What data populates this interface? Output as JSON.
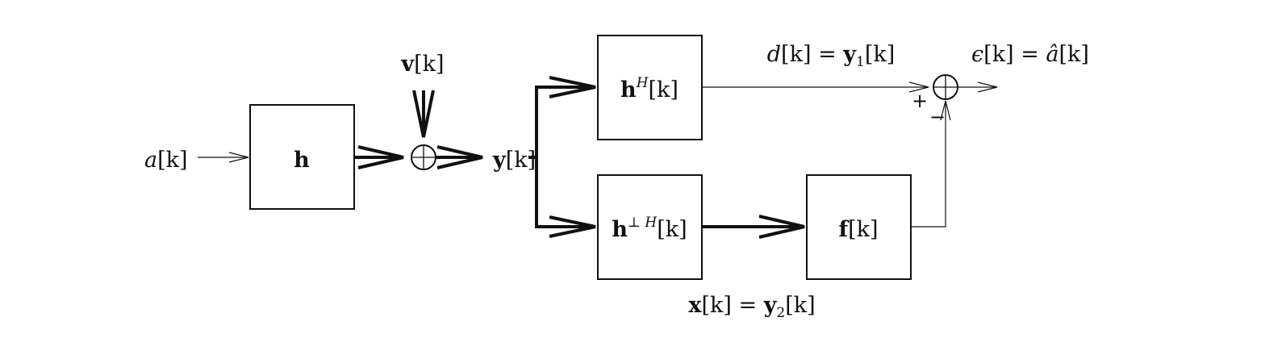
{
  "diagram": {
    "nodes": {
      "input_a": {
        "var": "a",
        "idx": "[k]"
      },
      "block_h": {
        "var": "h"
      },
      "noise_v": {
        "var": "v",
        "idx": "[k]"
      },
      "signal_y": {
        "var": "y",
        "idx": "[k]"
      },
      "block_hH": {
        "var": "h",
        "sup": "H",
        "idx": "[k]"
      },
      "block_hperp": {
        "var": "h",
        "sup": "⊥ H",
        "idx": "[k]"
      },
      "block_f": {
        "var": "f",
        "idx": "[k]"
      },
      "label_d": {
        "lhs_var": "d",
        "lhs_idx": "[k]",
        "eq": " = ",
        "rhs_var": "y",
        "rhs_sub": "1",
        "rhs_idx": "[k]"
      },
      "label_x": {
        "lhs_var": "x",
        "lhs_idx": "[k]",
        "eq": " = ",
        "rhs_var": "y",
        "rhs_sub": "2",
        "rhs_idx": "[k]"
      },
      "label_eps": {
        "lhs_var": "ϵ",
        "lhs_idx": "[k]",
        "eq": " = ",
        "rhs_var": "â",
        "rhs_idx": "[k]"
      },
      "sum_plus": "+",
      "sum_minus": "−"
    }
  }
}
